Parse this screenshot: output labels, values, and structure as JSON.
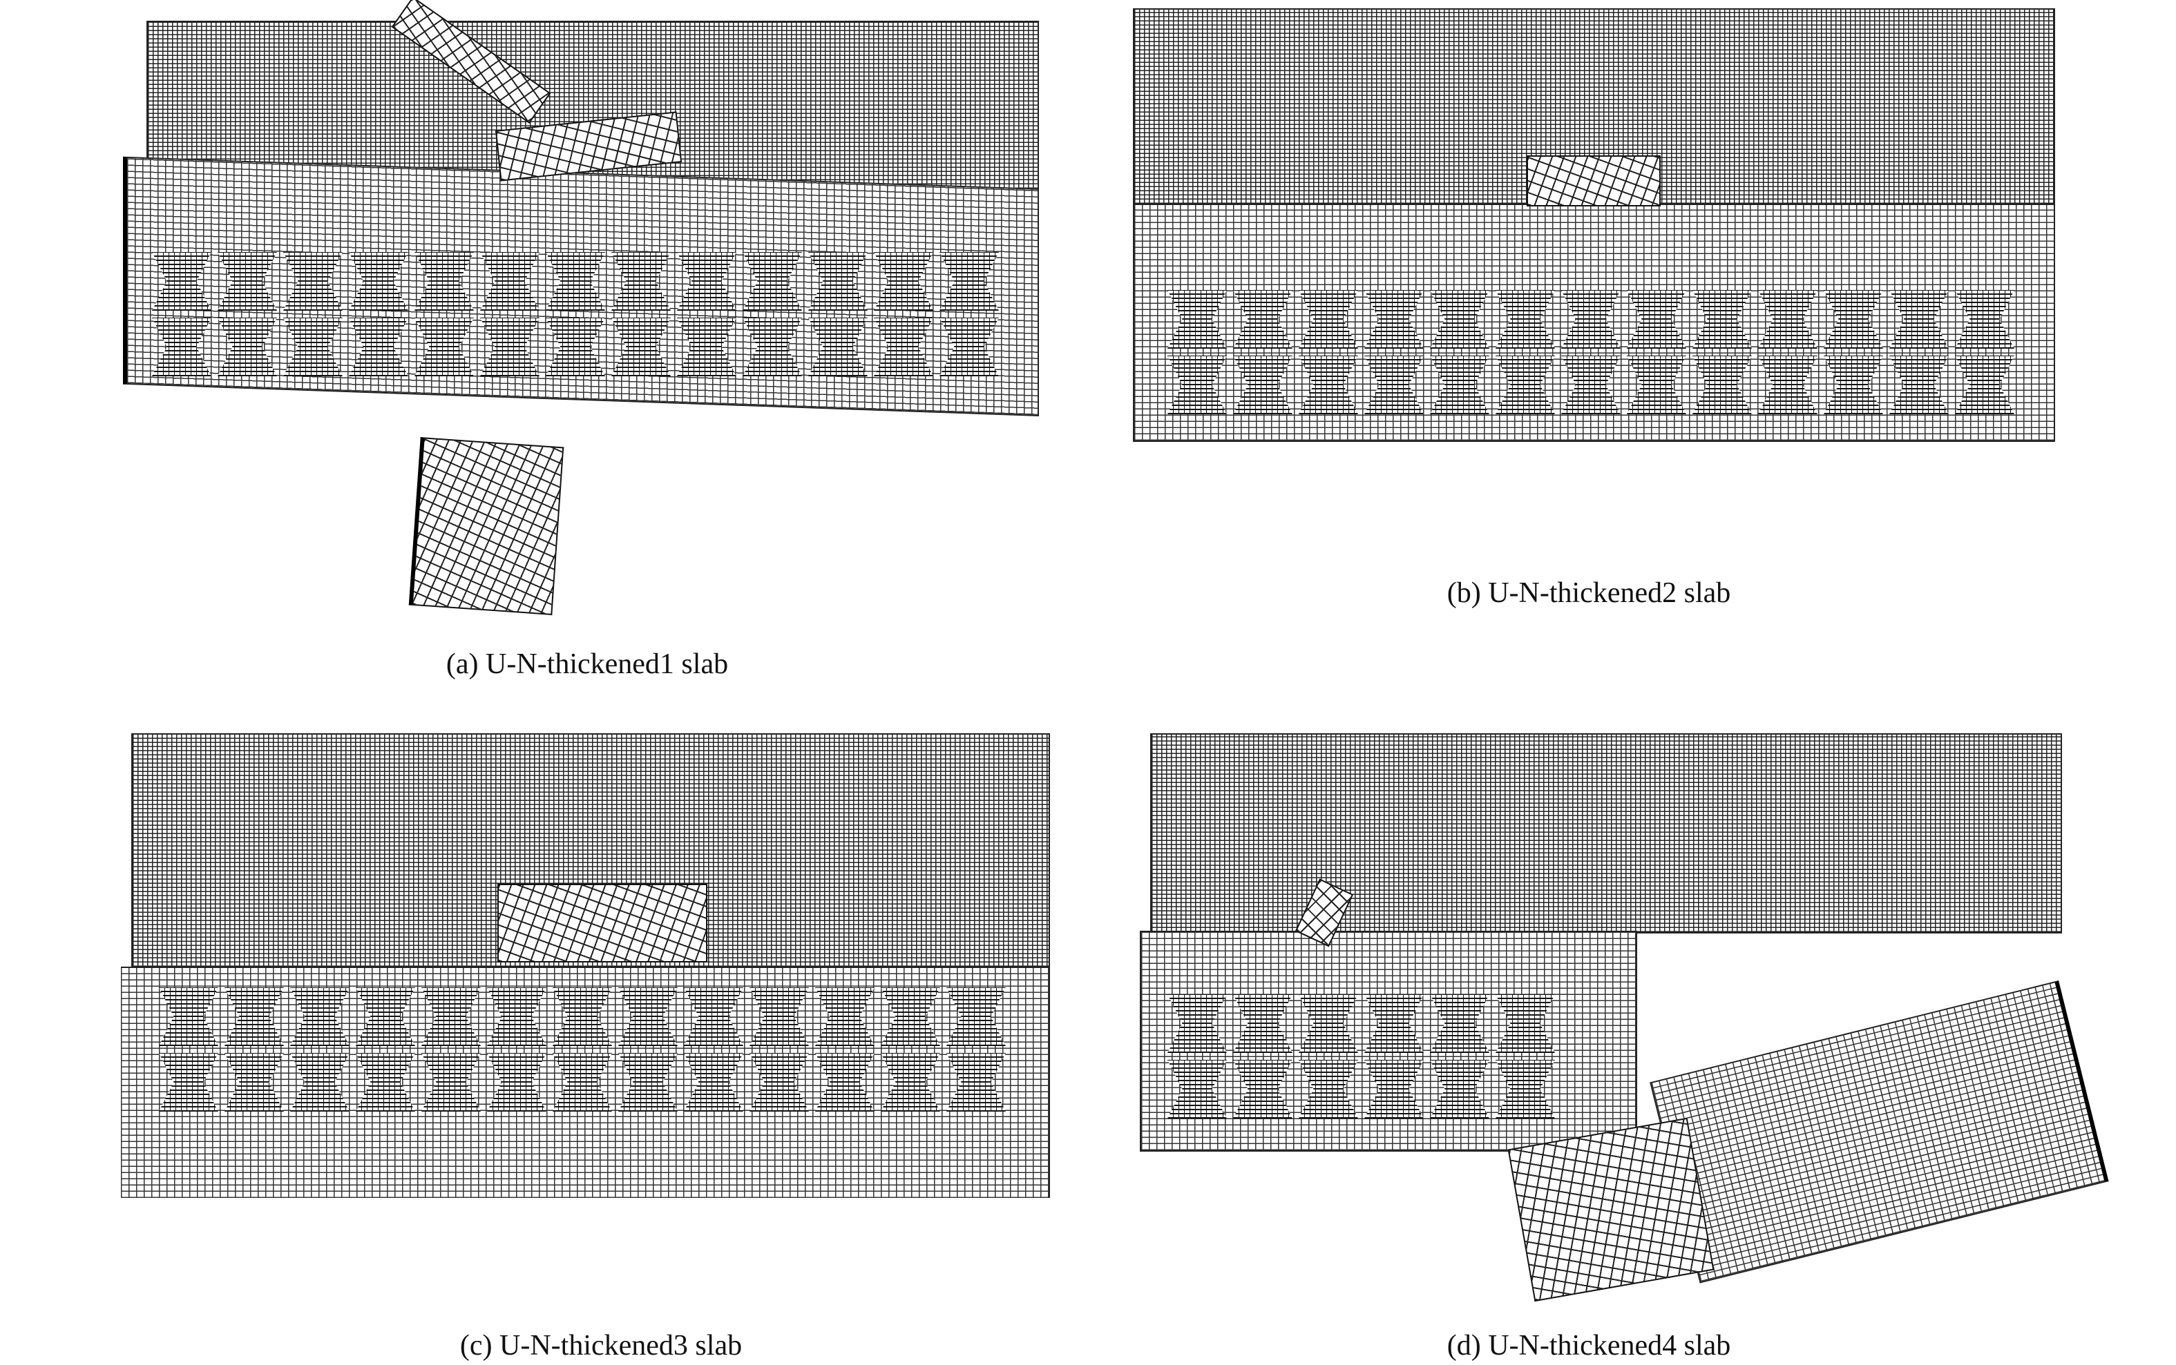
{
  "figure": {
    "panels": [
      {
        "id": "a",
        "caption": "(a) U-N-thickened1 slab"
      },
      {
        "id": "b",
        "caption": "(b) U-N-thickened2 slab"
      },
      {
        "id": "c",
        "caption": "(c) U-N-thickened3 slab"
      },
      {
        "id": "d",
        "caption": "(d) U-N-thickened4 slab"
      }
    ]
  }
}
